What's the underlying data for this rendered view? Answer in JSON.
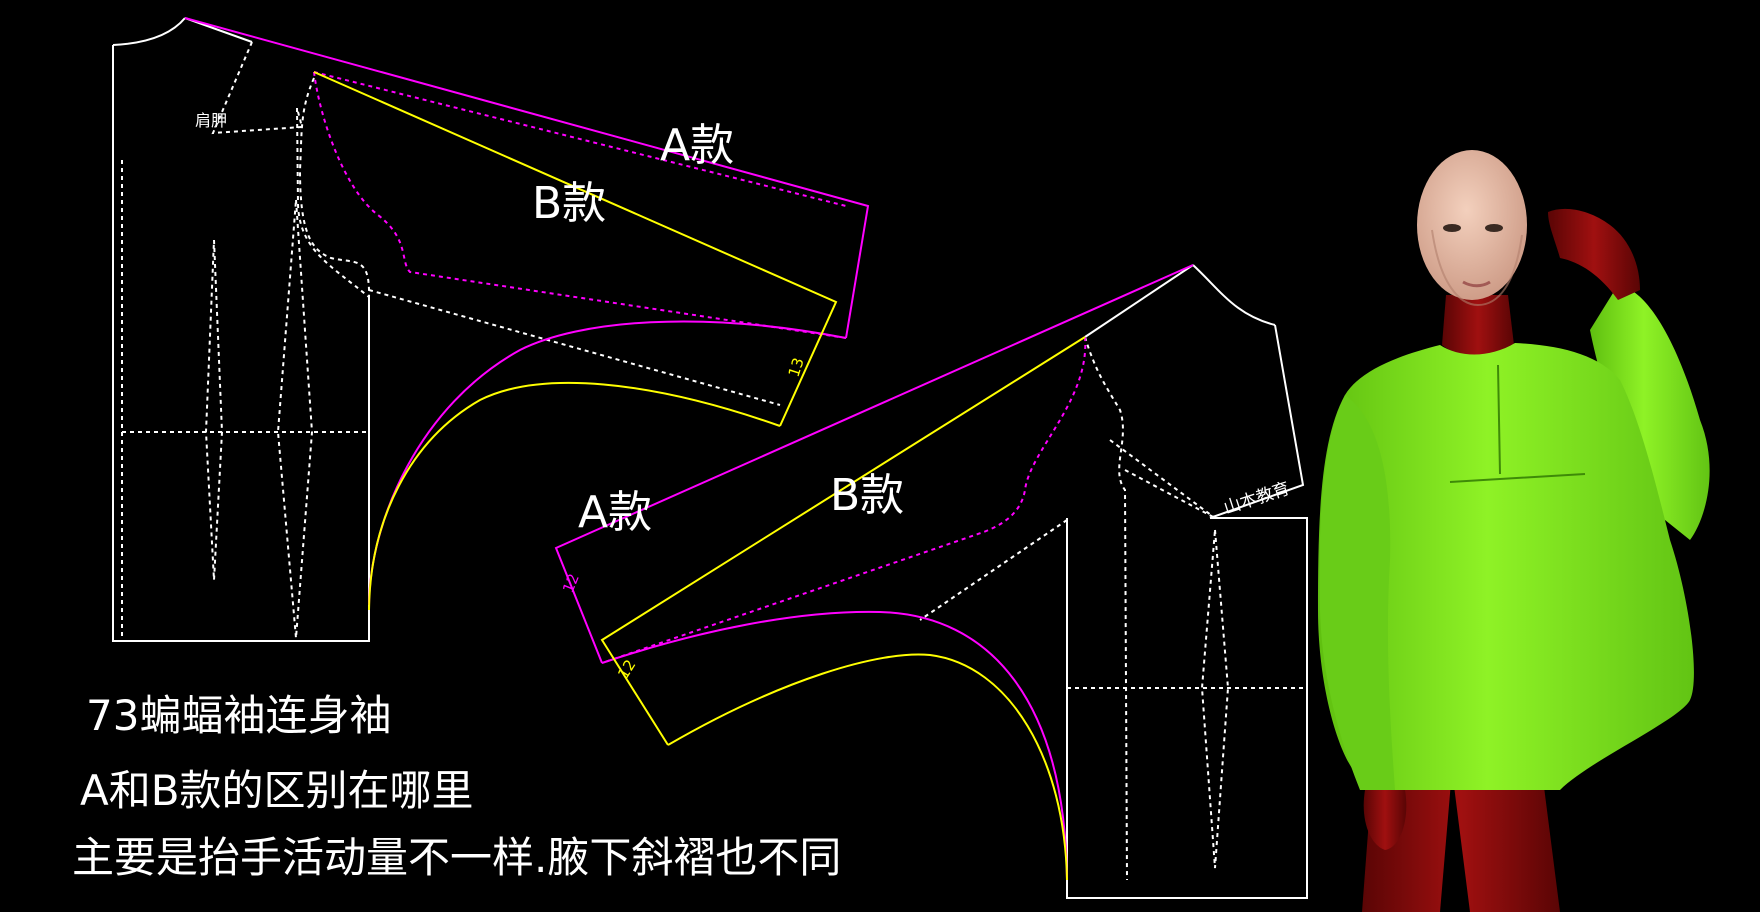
{
  "labels": {
    "shoulder_dart": "肩胛",
    "style_a": "A款",
    "style_b": "B款",
    "brand": "山本教育",
    "measure_13": "13",
    "measure_12a": "12",
    "measure_12b": "12"
  },
  "caption": {
    "line1": "73蝙蝠袖连身袖",
    "line2": "A和B款的区别在哪里",
    "line3": "主要是抬手活动量不一样.腋下斜褶也不同"
  },
  "colors": {
    "background": "#000000",
    "outline": "#ffffff",
    "style_a": "#ff00ff",
    "style_b": "#ffff00",
    "garment": "#7fe619",
    "body": "#8b0a0a",
    "skin": "#e6b8a0"
  }
}
